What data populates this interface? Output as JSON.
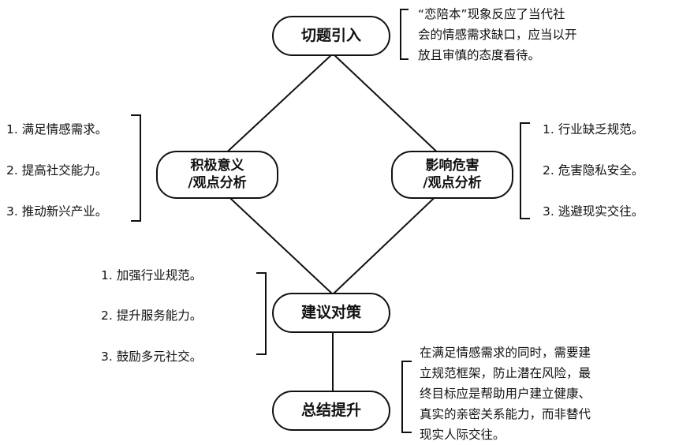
{
  "nodes": {
    "intro": "切题引入",
    "positive_line1": "积极意义",
    "positive_line2": "/观点分析",
    "negative_line1": "影响危害",
    "negative_line2": "/观点分析",
    "suggest": "建议对策",
    "summary": "总结提升"
  },
  "notes": {
    "intro": [
      "“恋陪本”现象反应了当代社",
      "会的情感需求缺口，应当以开",
      "放且审慎的态度看待。"
    ],
    "summary": [
      "在满足情感需求的同时，需要建",
      "立规范框架，防止潜在风险，最",
      "终目标应是帮助用户建立健康、",
      "真实的亲密关系能力，而非替代",
      "现实人际交往。"
    ]
  },
  "lists": {
    "positive": [
      "1. 满足情感需求。",
      "2. 提高社交能力。",
      "3. 推动新兴产业。"
    ],
    "negative": [
      "1. 行业缺乏规范。",
      "2. 危害隐私安全。",
      "3. 逃避现实交往。"
    ],
    "suggest": [
      "1. 加强行业规范。",
      "2. 提升服务能力。",
      "3. 鼓励多元社交。"
    ]
  }
}
